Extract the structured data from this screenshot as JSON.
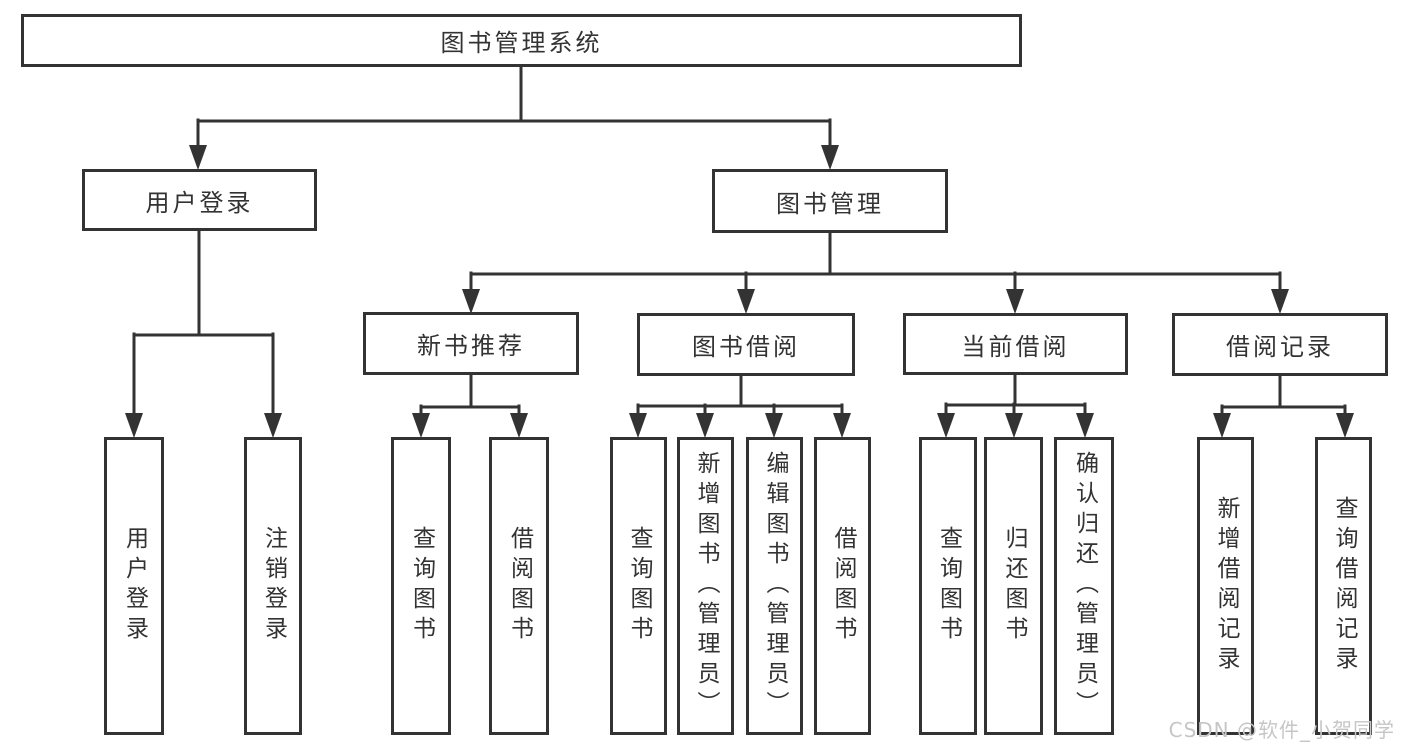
{
  "diagram_title": "图书管理系统",
  "nodes": {
    "root": "图书管理系统",
    "user_login": "用户登录",
    "book_mgmt": "图书管理",
    "new_book_rec": "新书推荐",
    "book_borrow": "图书借阅",
    "current_borrow": "当前借阅",
    "borrow_records": "借阅记录",
    "ul_user_login": "用户登录",
    "ul_logout": "注销登录",
    "nb_query_book": "查询图书",
    "nb_borrow_book": "借阅图书",
    "bb_query_book": "查询图书",
    "bb_add_book": "新增图书（管理员）",
    "bb_edit_book": "编辑图书（管理员）",
    "bb_borrow_book": "借阅图书",
    "cb_query_book": "查询图书",
    "cb_return_book": "归还图书",
    "cb_confirm_return": "确认归还（管理员）",
    "br_add_record": "新增借阅记录",
    "br_query_record": "查询借阅记录"
  },
  "watermark": {
    "text": "CSDN @软件_小贺同学"
  },
  "colors": {
    "line": "#333333",
    "box_border": "#333333",
    "box_fill": "#ffffff",
    "text": "#333333",
    "background": "#ffffff",
    "watermark": "#c6c6c6"
  }
}
